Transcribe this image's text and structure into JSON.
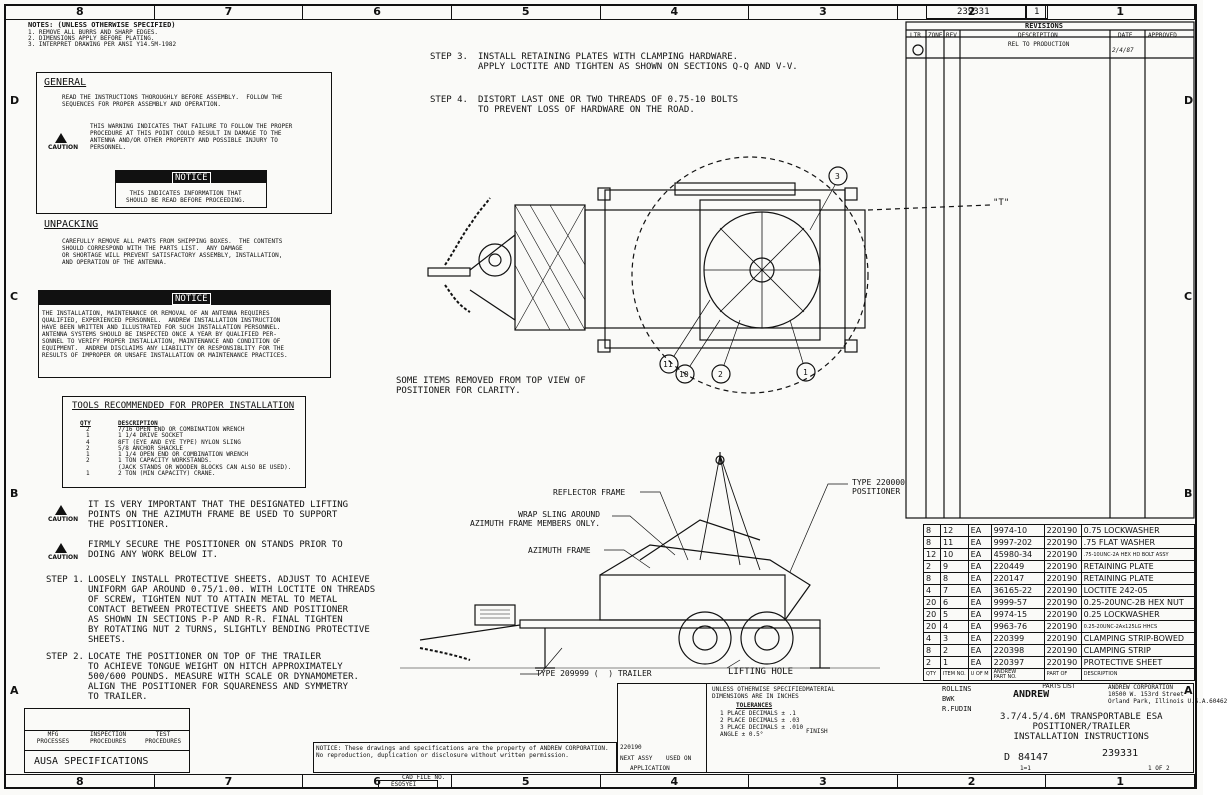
{
  "zones_top": [
    "8",
    "7",
    "6",
    "5",
    "4",
    "3",
    "2",
    "1"
  ],
  "zones_bottom": [
    "8",
    "7",
    "6",
    "5",
    "4",
    "3",
    "2",
    "1"
  ],
  "zones_side": [
    "D",
    "C",
    "B",
    "A"
  ],
  "header": {
    "drawing_no": "239331",
    "sheet_box": "1"
  },
  "notes": {
    "heading": "NOTES: (UNLESS OTHERWISE SPECIFIED)",
    "lines": [
      "1. REMOVE ALL BURRS AND SHARP EDGES.",
      "2. DIMENSIONS APPLY BEFORE PLATING.",
      "3. INTERPRET DRAWING PER ANSI Y14.5M-1982"
    ]
  },
  "general": {
    "heading": "GENERAL",
    "text": "READ THE INSTRUCTIONS THOROUGHLY BEFORE ASSEMBLY.  FOLLOW THE\nSEQUENCES FOR PROPER ASSEMBLY AND OPERATION.",
    "caution_label": "CAUTION",
    "caution_text": "THIS WARNING INDICATES THAT FAILURE TO FOLLOW THE PROPER\nPROCEDURE AT THIS POINT COULD RESULT IN DAMAGE TO THE\nANTENNA AND/OR OTHER PROPERTY AND POSSIBLE INJURY TO\nPERSONNEL.",
    "notice_label": "NOTICE",
    "notice_text": "THIS INDICATES INFORMATION THAT\nSHOULD BE READ BEFORE PROCEEDING."
  },
  "unpacking": {
    "heading": "UNPACKING",
    "text": "CAREFULLY REMOVE ALL PARTS FROM SHIPPING BOXES.  THE CONTENTS\nSHOULD CORRESPOND WITH THE PARTS LIST.  ANY DAMAGE\nOR SHORTAGE WILL PREVENT SATISFACTORY ASSEMBLY, INSTALLATION,\nAND OPERATION OF THE ANTENNA."
  },
  "notice2": {
    "label": "NOTICE",
    "text": "THE INSTALLATION, MAINTENANCE OR REMOVAL OF AN ANTENNA REQUIRES\nQUALIFIED, EXPERIENCED PERSONNEL.  ANDREW INSTALLATION INSTRUCTION\nHAVE BEEN WRITTEN AND ILLUSTRATED FOR SUCH INSTALLATION PERSONNEL.\nANTENNA SYSTEMS SHOULD BE INSPECTED ONCE A YEAR BY QUALIFIED PER-\nSONNEL TO VERIFY PROPER INSTALLATION, MAINTENANCE AND CONDITION OF\nEQUIPMENT.  ANDREW DISCLAIMS ANY LIABILITY OR RESPONSIBLITY FOR THE\nRESULTS OF IMPROPER OR UNSAFE INSTALLATION OR MAINTENANCE PRACTICES."
  },
  "tools": {
    "heading": "TOOLS RECOMMENDED FOR PROPER INSTALLATION",
    "col_qty": "QTY",
    "col_desc": "DESCRIPTION",
    "qty": "2\n1\n4\n2\n1\n2\n\n1",
    "desc": "7/16 OPEN END OR COMBINATION WRENCH\n1 1/4 DRIVE SOCKET\n8FT (EYE AND EYE TYPE) NYLON SLING\n5/8 ANCHOR SHACKLE\n1 1/4 OPEN END OR COMBINATION WRENCH\n1 TON CAPACITY WORKSTANDS.\n(JACK STANDS OR WOODEN BLOCKS CAN ALSO BE USED).\n2 TON (MIN CAPACITY) CRANE."
  },
  "caution_lifting": "IT IS VERY IMPORTANT THAT THE DESIGNATED LIFTING\nPOINTS ON THE AZIMUTH FRAME BE USED TO SUPPORT\nTHE POSITIONER.",
  "caution_stands": "FIRMLY SECURE THE POSITIONER ON STANDS PRIOR TO\nDOING ANY WORK BELOW IT.",
  "step1": {
    "label": "STEP 1.",
    "text": "LOOSELY INSTALL PROTECTIVE SHEETS. ADJUST TO ACHIEVE\nUNIFORM GAP AROUND 0.75/1.00. WITH LOCTITE ON THREADS\nOF SCREW, TIGHTEN NUT TO ATTAIN METAL TO METAL\nCONTACT BETWEEN PROTECTIVE SHEETS AND POSITIONER\nAS SHOWN IN SECTIONS P-P AND R-R. FINAL TIGHTEN\nBY ROTATING NUT 2 TURNS, SLIGHTLY BENDING PROTECTIVE\nSHEETS."
  },
  "step2": {
    "label": "STEP 2.",
    "text": "LOCATE THE POSITIONER ON TOP OF THE TRAILER\nTO ACHIEVE TONGUE WEIGHT ON HITCH APPROXIMATELY\n500/600 POUNDS. MEASURE WITH SCALE OR DYNAMOMETER.\nALIGN THE POSITIONER FOR SQUARENESS AND SYMMETRY\nTO TRAILER."
  },
  "step3": {
    "label": "STEP 3.",
    "text": "INSTALL RETAINING PLATES WITH CLAMPING HARDWARE.\nAPPLY LOCTITE AND TIGHTEN AS SHOWN ON SECTIONS Q-Q AND V-V."
  },
  "step4": {
    "label": "STEP 4.",
    "text": "DISTORT LAST ONE OR TWO THREADS OF 0.75-10 BOLTS\nTO PREVENT LOSS OF HARDWARE ON THE ROAD."
  },
  "top_view_note": "SOME ITEMS REMOVED FROM TOP VIEW OF\nPOSITIONER FOR CLARITY.",
  "detail_label": "\"T\"",
  "callouts": [
    "3",
    "11",
    "10",
    "2",
    "1"
  ],
  "side_view": {
    "reflector_frame": "REFLECTOR FRAME",
    "wrap_sling": "WRAP SLING AROUND\nAZIMUTH FRAME MEMBERS ONLY.",
    "azimuth_frame": "AZIMUTH FRAME",
    "positioner": "TYPE 220000\nPOSITIONER",
    "trailer": "TYPE 209999 (  ) TRAILER",
    "lifting_hole": "LIFTING HOLE"
  },
  "revisions": {
    "heading": "REVISIONS",
    "cols": [
      "LTR",
      "ZONE",
      "REV",
      "DESCRIPTION",
      "DATE",
      "APPROVED"
    ],
    "desc": "REL TO PRODUCTION",
    "date": "2/4/87"
  },
  "parts": {
    "rows": [
      [
        "8",
        "12",
        "EA",
        "9974-10",
        "220190",
        "0.75 LOCKWASHER"
      ],
      [
        "8",
        "11",
        "EA",
        "9997-202",
        "220190",
        ".75 FLAT WASHER"
      ],
      [
        "12",
        "10",
        "EA",
        "45980-34",
        "220190",
        ".75-10UNC-2A HEX HD BOLT ASSY"
      ],
      [
        "2",
        "9",
        "EA",
        "220449",
        "220190",
        "RETAINING PLATE"
      ],
      [
        "8",
        "8",
        "EA",
        "220147",
        "220190",
        "RETAINING PLATE"
      ],
      [
        "4",
        "7",
        "EA",
        "36165-22",
        "220190",
        "LOCTITE 242-05"
      ],
      [
        "20",
        "6",
        "EA",
        "9999-57",
        "220190",
        "0.25-20UNC-2B HEX NUT"
      ],
      [
        "20",
        "5",
        "EA",
        "9974-15",
        "220190",
        "0.25 LOCKWASHER"
      ],
      [
        "20",
        "4",
        "EA",
        "9963-76",
        "220190",
        "0.25-20UNC-2Ax125LG HHCS"
      ],
      [
        "4",
        "3",
        "EA",
        "220399",
        "220190",
        "CLAMPING STRIP-BOWED"
      ],
      [
        "8",
        "2",
        "EA",
        "220398",
        "220190",
        "CLAMPING STRIP"
      ],
      [
        "2",
        "1",
        "EA",
        "220397",
        "220190",
        "PROTECTIVE SHEET"
      ]
    ],
    "footer": [
      "QTY",
      "ITEM NO.",
      "U OF M",
      "ANDREW\nPART NO.",
      "PART OF",
      "DESCRIPTION"
    ],
    "caption": "PARTS LIST"
  },
  "titleblock": {
    "unless": "UNLESS OTHERWISE SPECIFIED",
    "dims": "DIMENSIONS ARE IN INCHES",
    "tol_head": "TOLERANCES",
    "tol_lines": "1 PLACE DECIMALS ± .1\n2 PLACE DECIMALS ± .03\n3 PLACE DECIMALS ± .010\nANGLE ± 0.5°",
    "material": "MATERIAL",
    "finish": "FINISH",
    "drawn_names": "ROLLINS\nBWK\nR.FUDIN",
    "company": "ANDREW",
    "company_addr": "ANDREW CORPORATION\n10500 W. 153rd Street\nOrland Park, Illinois U.S.A.60462",
    "title": "3.7/4.5/4.6M TRANSPORTABLE ESA\nPOSITIONER/TRAILER\nINSTALLATION INSTRUCTIONS",
    "size": "D",
    "fscm": "84147",
    "dwg_no": "239331",
    "scale": "1=1",
    "sheet": "1 OF 2",
    "next_assy": "220190",
    "next_assy_label": "NEXT ASSY",
    "used_on": "USED ON",
    "application": "APPLICATION",
    "proc": [
      "MFG\nPROCESSES",
      "INSPECTION\nPROCEDURES",
      "TEST\nPROCEDURES"
    ],
    "ausa": "AUSA SPECIFICATIONS",
    "cad_file": "CAD FILE NO.",
    "cad_no": "ESO5YEI",
    "legal": "NOTICE: These drawings and specifications are the property of ANDREW CORPORATION. No reproduction, duplication or disclosure without written permission."
  }
}
